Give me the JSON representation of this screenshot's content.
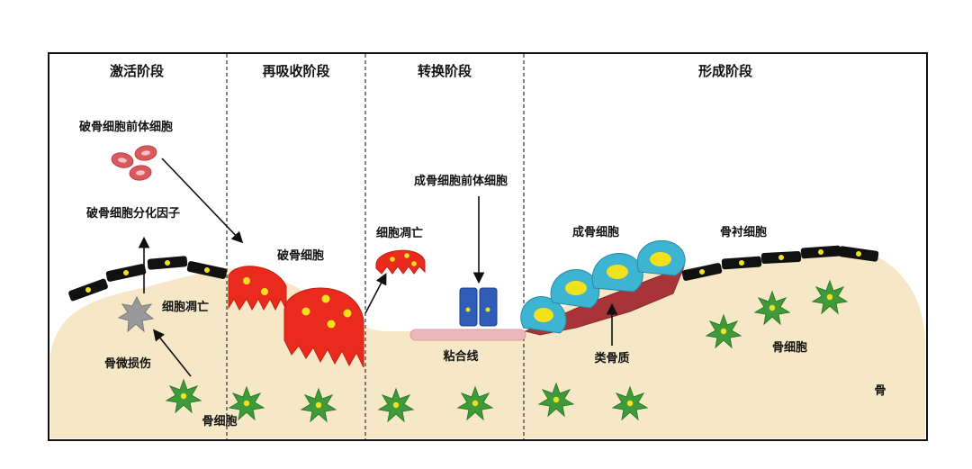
{
  "phases": [
    "激活阶段",
    "再吸收阶段",
    "转换阶段",
    "形成阶段"
  ],
  "labels": {
    "osteoclast_precursor": "破骨细胞前体细胞",
    "osteoclast_diff_factor": "破骨细胞分化因子",
    "apoptosis_left": "细胞凋亡",
    "bone_microdamage": "骨微损伤",
    "osteocyte_bottom": "骨细胞",
    "osteoclast": "破骨细胞",
    "apoptosis_mid": "细胞凋亡",
    "osteoblast_precursor": "成骨细胞前体细胞",
    "cement_line": "粘合线",
    "osteoblast": "成骨细胞",
    "lining_cell": "骨衬细胞",
    "osteoid": "类骨质",
    "osteocyte_right": "骨细胞",
    "bone": "骨"
  },
  "colors": {
    "bone": "#f6e8c6",
    "lining_cell": "#111111",
    "nucleus": "#f2e21e",
    "osteoclast": "#ea2a1c",
    "osteoblast": "#3cb4d2",
    "osteoid": "#a8343a",
    "osteocyte": "#3f9a3a",
    "precursor": "#d9595e",
    "blue_cell": "#2f5db8",
    "cement_line": "#eab8bb",
    "dying_cell": "#999999"
  }
}
